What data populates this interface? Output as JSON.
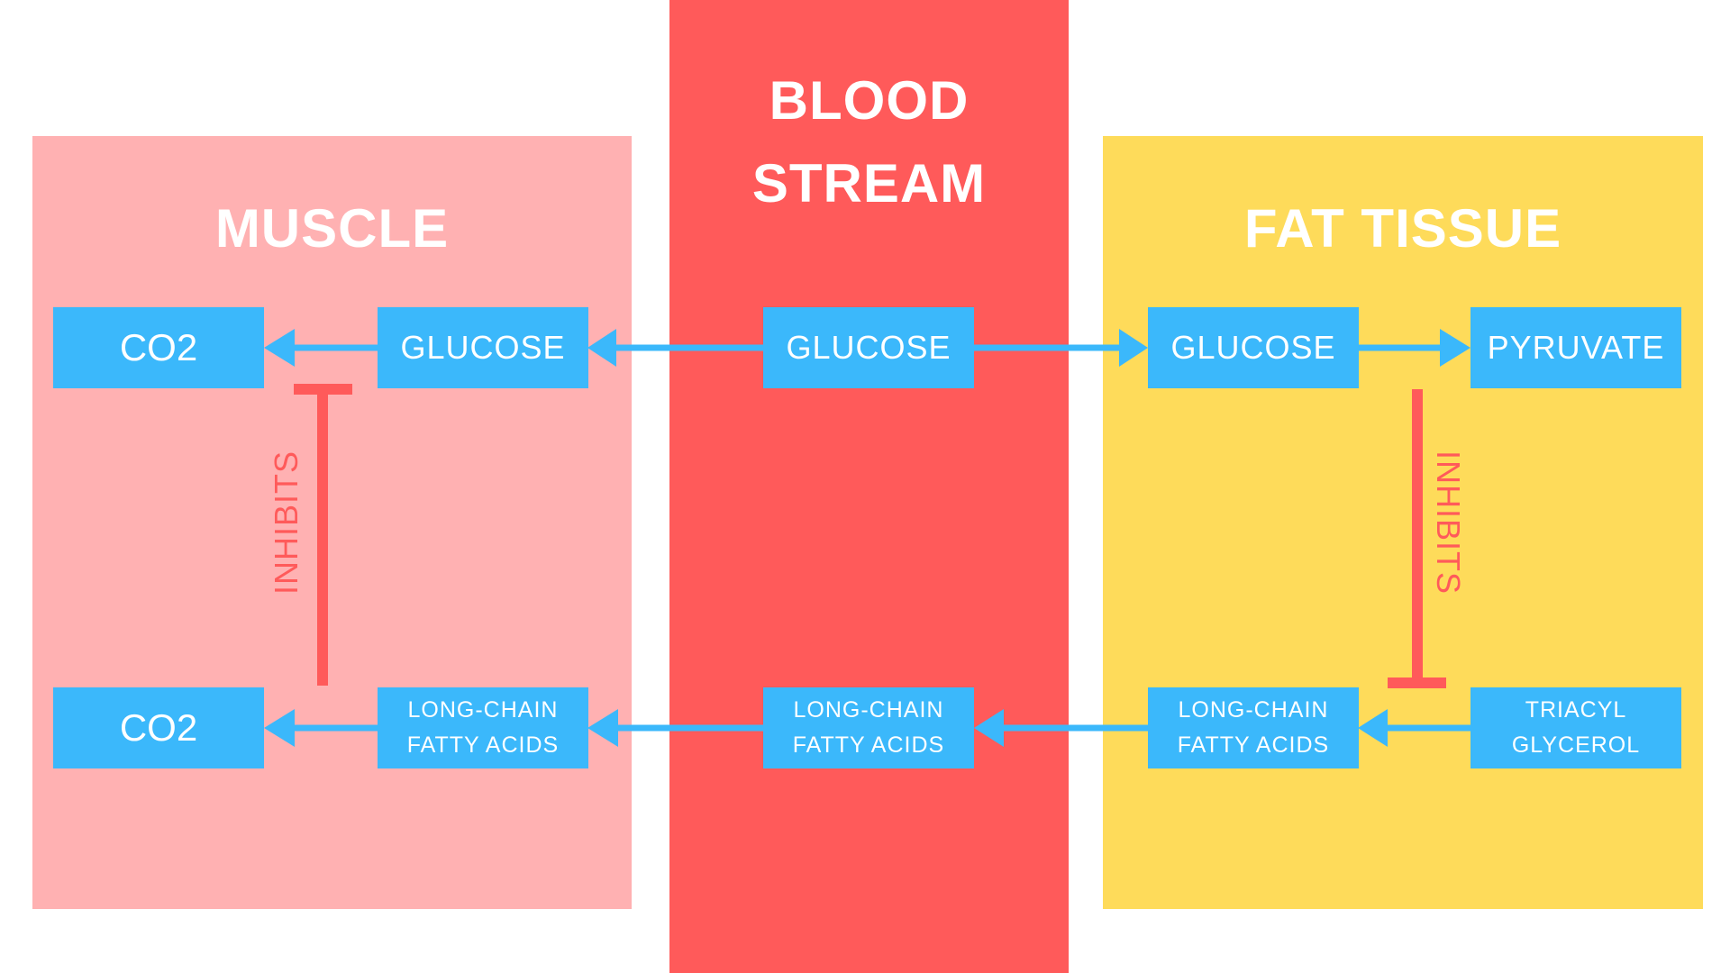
{
  "colors": {
    "muscle_bg": "#FFB1B2",
    "blood_bg": "#FF5A5A",
    "fat_bg": "#FEDB5A",
    "box_bg": "#3BB8FB",
    "arrow": "#3BB8FB",
    "inhibit": "#FF5A5A"
  },
  "regions": {
    "muscle": {
      "title": "MUSCLE"
    },
    "blood": {
      "title_line1": "BLOOD",
      "title_line2": "STREAM"
    },
    "fat": {
      "title": "FAT TISSUE"
    }
  },
  "boxes": {
    "muscle_co2_top": "CO2",
    "muscle_glucose": "GLUCOSE",
    "blood_glucose": "GLUCOSE",
    "fat_glucose": "GLUCOSE",
    "fat_pyruvate": "PYRUVATE",
    "muscle_co2_bottom": "CO2",
    "muscle_fatty_line1": "LONG-CHAIN",
    "muscle_fatty_line2": "FATTY ACIDS",
    "blood_fatty_line1": "LONG-CHAIN",
    "blood_fatty_line2": "FATTY ACIDS",
    "fat_fatty_line1": "LONG-CHAIN",
    "fat_fatty_line2": "FATTY ACIDS",
    "triacyl_line1": "TRIACYL",
    "triacyl_line2": "GLYCEROL"
  },
  "inhibits": {
    "muscle_label": "INHIBITS",
    "fat_label": "INHIBITS"
  }
}
